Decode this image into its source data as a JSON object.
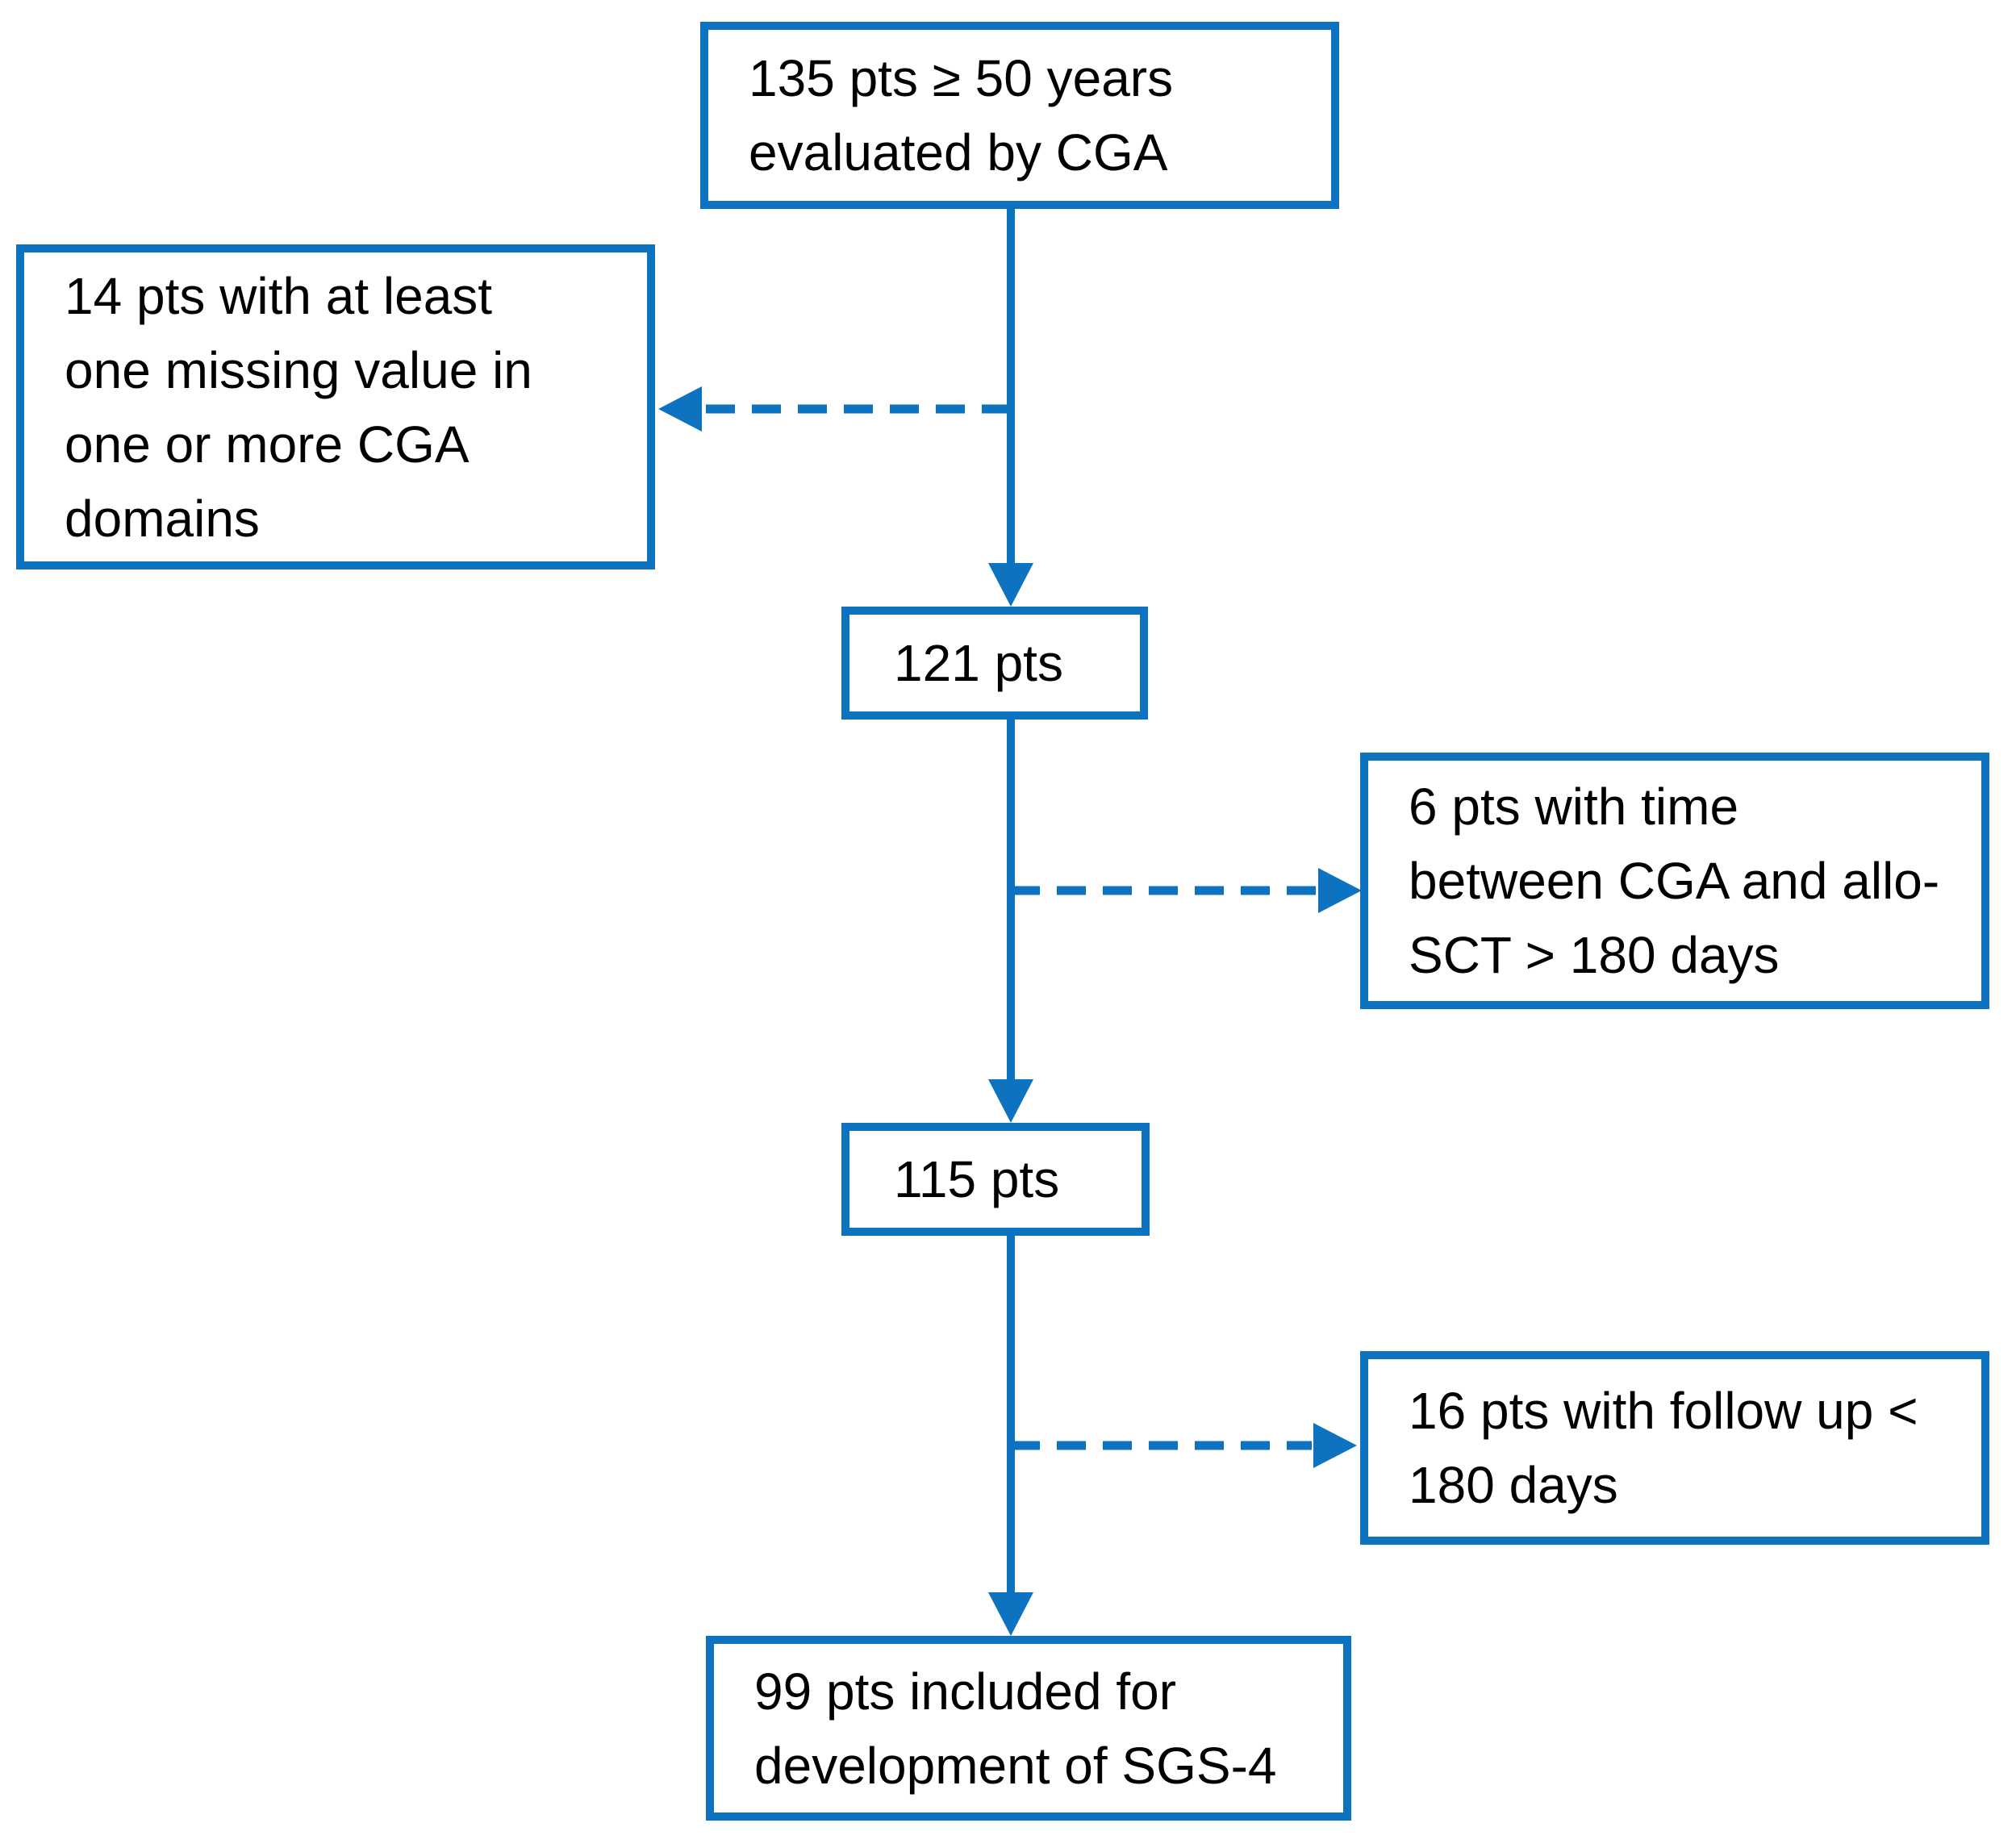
{
  "diagram": {
    "type": "flowchart",
    "background_color": "#ffffff",
    "accent_color": "#0d72bf",
    "text_color": "#000000",
    "nodes": {
      "start": {
        "text": "135 pts ≥ 50 years evaluated by CGA",
        "lines": [
          "135 pts ≥ 50 years",
          "evaluated by CGA"
        ]
      },
      "excluded_missing": {
        "text": "14 pts with at least one missing value in one or more CGA domains",
        "lines": [
          "14 pts with at least",
          "one missing value in",
          "one or more CGA",
          "domains"
        ]
      },
      "pts_121": {
        "text": "121 pts",
        "lines": [
          "121 pts"
        ]
      },
      "excluded_interval": {
        "text": "6 pts with time between CGA and allo-SCT > 180 days",
        "lines": [
          "6 pts with time",
          "between CGA and allo-",
          "SCT > 180 days"
        ]
      },
      "pts_115": {
        "text": "115 pts",
        "lines": [
          "115 pts"
        ]
      },
      "excluded_followup": {
        "text": "16 pts with follow up < 180 days",
        "lines": [
          "16 pts with follow up <",
          "180 days"
        ]
      },
      "included": {
        "text": "99 pts included for development of SGS-4",
        "lines": [
          "99 pts included for",
          "development of SGS-4"
        ]
      }
    },
    "edges": [
      {
        "from": "start",
        "to": "pts_121",
        "style": "solid"
      },
      {
        "from": "start-to-pts_121 line",
        "to": "excluded_missing",
        "style": "dashed"
      },
      {
        "from": "pts_121",
        "to": "pts_115",
        "style": "solid"
      },
      {
        "from": "pts_121-to-pts_115 line",
        "to": "excluded_interval",
        "style": "dashed"
      },
      {
        "from": "pts_115",
        "to": "included",
        "style": "solid"
      },
      {
        "from": "pts_115-to-included line",
        "to": "excluded_followup",
        "style": "dashed"
      }
    ]
  }
}
